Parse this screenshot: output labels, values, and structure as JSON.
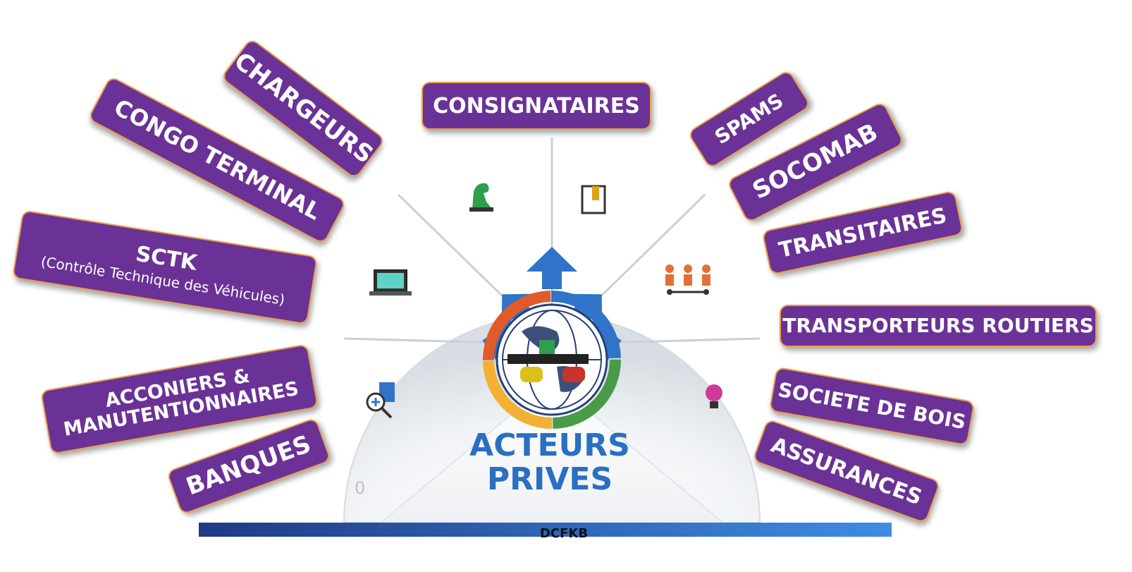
{
  "center": {
    "title_line1": "ACTEURS",
    "title_line2": "PRIVES"
  },
  "footer": {
    "text": "DCFKB"
  },
  "stray_text": "0",
  "labels": {
    "chargeurs": "CHARGEURS",
    "congo_terminal": "CONGO TERMINAL",
    "sctk": "SCTK",
    "sctk_sub": "(Contrôle Technique des Véhicules)",
    "acconiers_line1": "ACCONIERS &",
    "acconiers_line2": "MANUTENTIONNAIRES",
    "banques": "BANQUES",
    "consignataires": "CONSIGNATAIRES",
    "spams": "SPAMS",
    "socomab": "SOCOMAB",
    "transitaires": "TRANSITAIRES",
    "transporteurs": "TRANSPORTEURS ROUTIERS",
    "societe_bois": "SOCIETE DE BOIS",
    "assurances": "ASSURANCES"
  },
  "colors": {
    "label_fill": "#6a3296",
    "label_border": "#e9a04a",
    "arrow": "#2f74c8",
    "title": "#2a6fc2"
  },
  "icons": [
    "laptop-icon",
    "chess-knight-icon",
    "book-icon",
    "people-network-icon",
    "lightbulb-icon",
    "search-document-icon"
  ]
}
